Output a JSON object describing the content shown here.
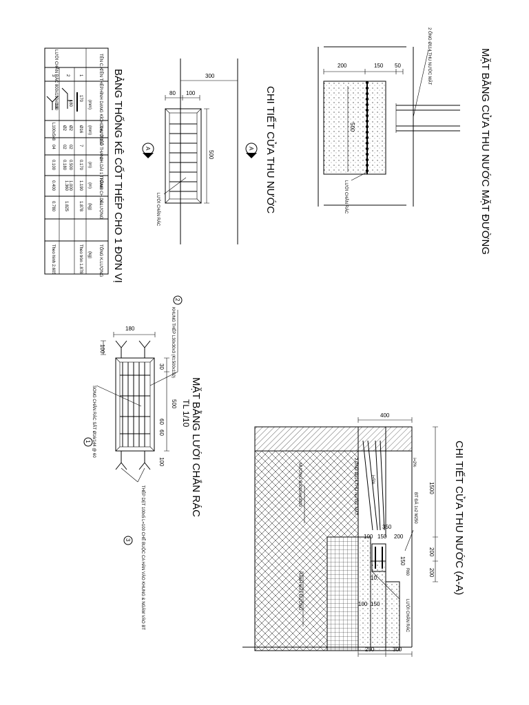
{
  "plan_inlet": {
    "title": "MẶT BẰNG CỬA THU NƯỚC MẶT ĐƯỜNG",
    "dims": [
      "200",
      "150",
      "50",
      "500"
    ],
    "pipe_label": "2 ỐNG Ø114 THU NƯỚC MẶT",
    "grate_label": "LƯỚI CHẮN RÁC"
  },
  "detail_inlet": {
    "title": "CHI TIẾT CỬA THU NƯỚC",
    "dims": [
      "300",
      "80",
      "100",
      "500"
    ],
    "section_mark": "A",
    "grate_label": "LƯỚI CHẮN RÁC"
  },
  "rebar_table": {
    "title": "BẢNG THỐNG KÊ CỐT THÉP CHO 1 ĐƠN VỊ",
    "headers": [
      "TÊN C.K",
      "TÊN THÉP",
      "HÌNH DẠNG KÍCH THƯỚC",
      "LOẠI THÉP",
      "SỐ THANH",
      "CH.DÀI 1 THANH",
      "TỔNG CH.DÀI",
      "K.LƯỢNG",
      "TỔNG K.LƯỢNG"
    ],
    "units": [
      "(mm)",
      "(mm)",
      "(m)",
      "(m)",
      "(kg)",
      "(kg)"
    ],
    "group_label": "LƯỚI CHẮN RÁC 800x150x016",
    "rows": [
      {
        "no": "1",
        "shape": "170",
        "type": "Ø16",
        "count": "7",
        "len": "0.170",
        "total": "1.190",
        "mass": "1.878",
        "tmass": "Theo tròn 1.878"
      },
      {
        "no": "2",
        "shape": "180",
        "type": "Ø2",
        "count": "02",
        "len": "0.500",
        "total": "1.000",
        "mass": "",
        "tmass": ""
      },
      {
        "no": "",
        "shape": "",
        "type": "Ø2",
        "count": "02",
        "len": "0.180",
        "total": "1.360",
        "mass": "1.825",
        "tmass": ""
      },
      {
        "no": "3",
        "shape": "100",
        "type": "L100x5x8",
        "count": "04",
        "len": "0.100",
        "total": "0.400",
        "mass": "0.780",
        "tmass": "Theo hình 2.605"
      }
    ]
  },
  "grate_plan": {
    "title": "MẶT BẰNG LƯỚI CHẮN RÁC",
    "scale": "TL 1/10",
    "dims": [
      "180",
      "100",
      "30",
      "500",
      "60",
      "60",
      "100"
    ],
    "label_frame": "KHUNG THÉP L30x30x3 (Kt.500x150)",
    "label_frame_no": "2",
    "label_bars": "SONG CHẮN RÁC SẮT Ø16/144 @ 60",
    "label_bars_no": "1",
    "label_anchor": "THÉP DẸT 100x5 L=100 CHẾ BUỘC CA HÀN VÀO KHUNG & NGÀM VÀO BT",
    "label_anchor_no": "3"
  },
  "section_aa": {
    "title": "CHI TIẾT CỬA THU NƯỚC (A-A)",
    "dims": [
      "400",
      "1500",
      "200",
      "200",
      "350",
      "150",
      "200",
      "150",
      "10",
      "100",
      "100",
      "150",
      "250",
      "300"
    ],
    "slope1": "i=2%",
    "slope2": "i=5%",
    "concrete": "BT ĐÁ 1x2 M250",
    "radius": "R60",
    "pipe_label": "2 ỐNG Ø114 THU NƯỚC MẶT",
    "channel": "MƯƠNG B3000xH3000",
    "gutter": "RÃNH MẶT ĐƯỜNG",
    "grate_label": "LƯỚI CHẮN RÁC"
  }
}
